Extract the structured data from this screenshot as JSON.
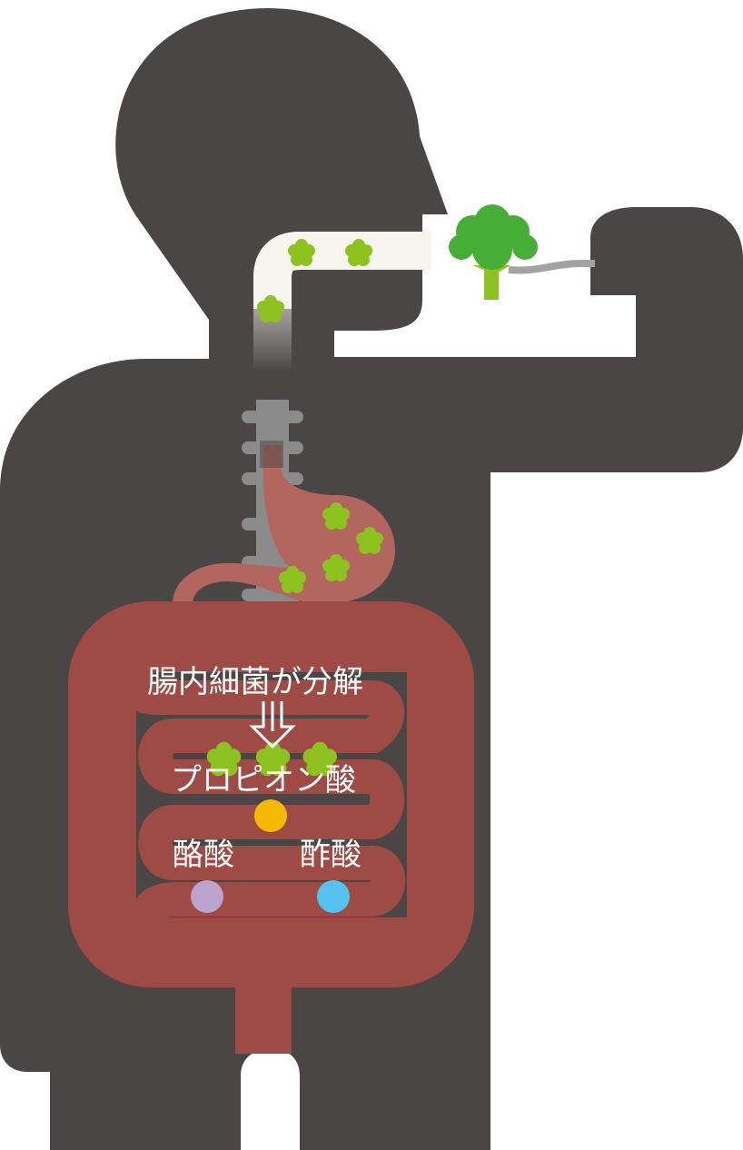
{
  "labels": {
    "decomposition": "腸内細菌が分解",
    "propionic": "プロピオン酸",
    "butyric": "酪酸",
    "acetic": "酢酸"
  },
  "colors": {
    "body": "#4a4645",
    "intestine": "#9e4b45",
    "stomach": "#b2665d",
    "esophagus": "#f6f5ee",
    "spine": "#8b8b8b",
    "broccoli": "#46ad37",
    "broccoli_stem": "#8dc21f",
    "food_particle": "#8dc21f",
    "propionic_dot": "#f7b900",
    "butyric_dot": "#bba4cf",
    "acetic_dot": "#55c3ef"
  }
}
